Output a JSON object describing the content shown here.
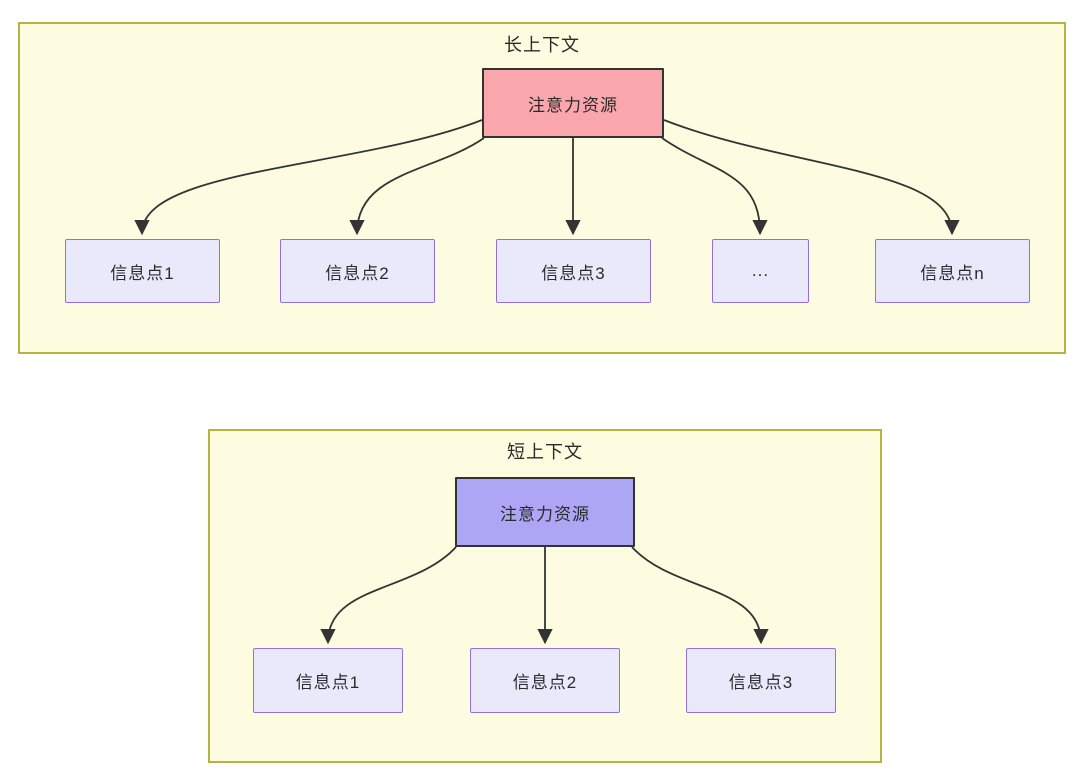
{
  "colors": {
    "container_bg": "#fdfce1",
    "container_border": "#b5b441",
    "attention_long_fill": "#f9a7ac",
    "attention_short_fill": "#aca6f5",
    "attention_border": "#333333",
    "info_fill": "#eae9fc",
    "info_border": "#9370db",
    "arrow": "#333333",
    "text": "#2b2b2b"
  },
  "long_context": {
    "title": "长上下文",
    "attention_label": "注意力资源",
    "info_points": [
      "信息点1",
      "信息点2",
      "信息点3",
      "...",
      "信息点n"
    ]
  },
  "short_context": {
    "title": "短上下文",
    "attention_label": "注意力资源",
    "info_points": [
      "信息点1",
      "信息点2",
      "信息点3"
    ]
  }
}
